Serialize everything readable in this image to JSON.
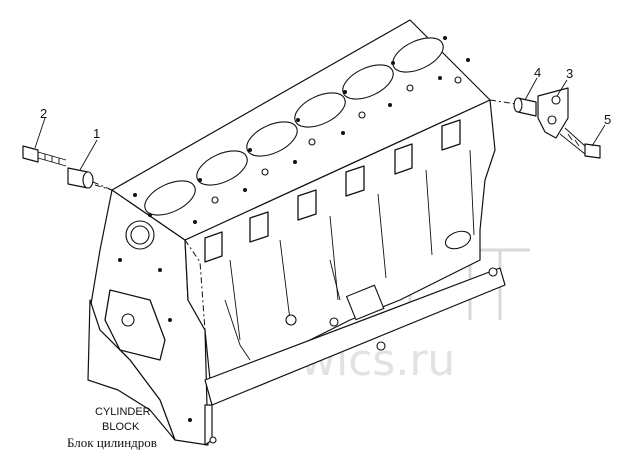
{
  "watermark": {
    "text": "wlcs.ru"
  },
  "callouts": [
    {
      "id": "1",
      "label": "1"
    },
    {
      "id": "2",
      "label": "2"
    },
    {
      "id": "3",
      "label": "3"
    },
    {
      "id": "4",
      "label": "4"
    },
    {
      "id": "5",
      "label": "5"
    }
  ],
  "caption": {
    "line1": "CYLINDER",
    "line2": "BLOCK",
    "ru": "Блок цилиндров"
  }
}
